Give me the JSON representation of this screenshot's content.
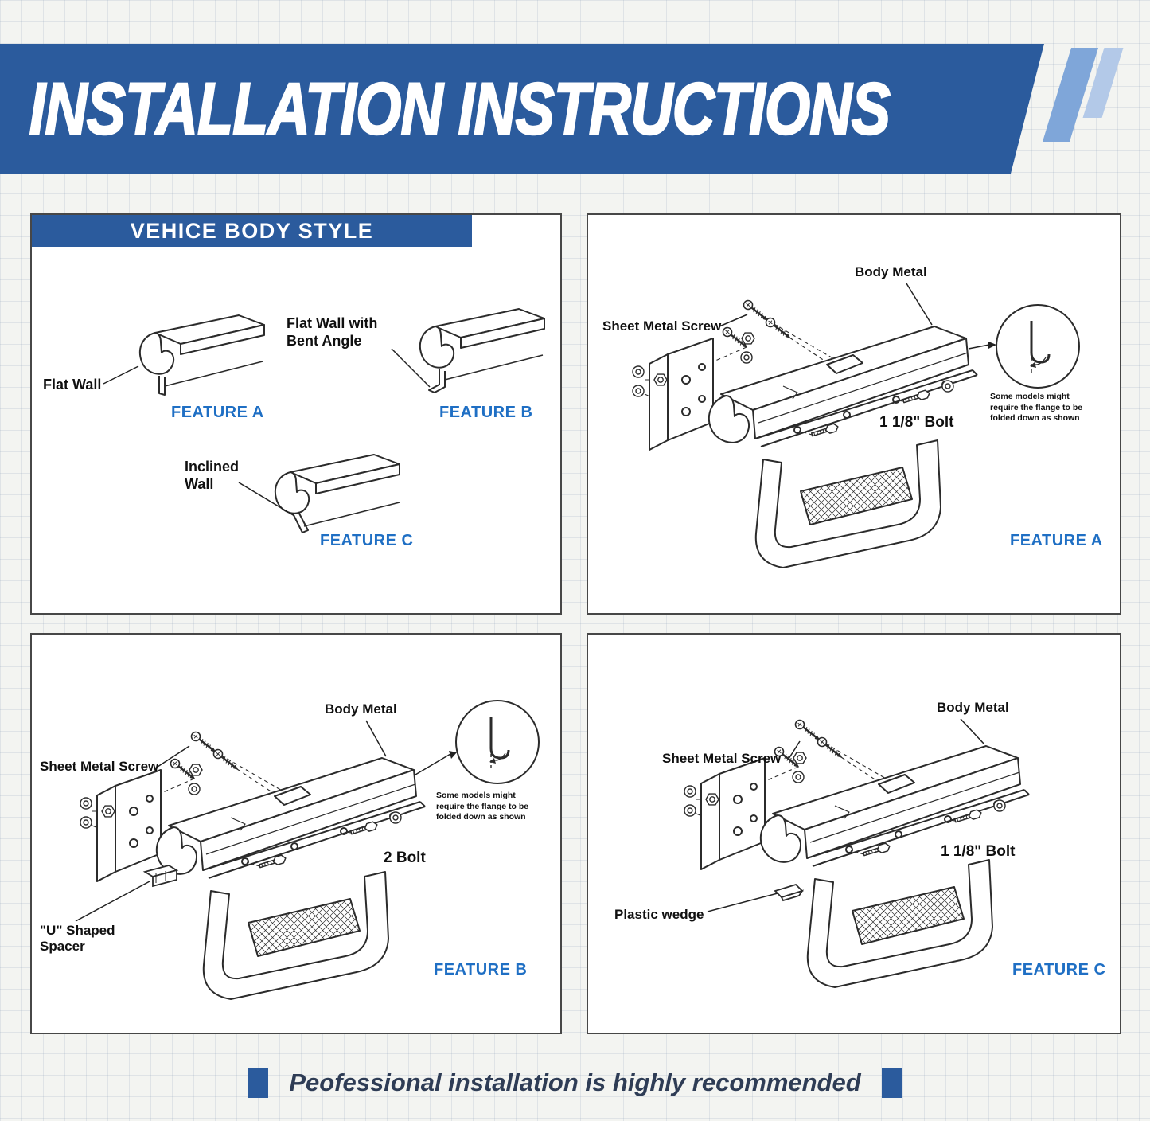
{
  "header": {
    "title": "INSTALLATION INSTRUCTIONS"
  },
  "body_style": {
    "title": "VEHICE BODY STYLE",
    "walls": [
      {
        "label": "Flat Wall",
        "feature": "FEATURE A"
      },
      {
        "label": "Flat Wall with Bent Angle",
        "feature": "FEATURE B"
      },
      {
        "label": "Inclined Wall",
        "feature": "FEATURE C"
      }
    ]
  },
  "feature_a": {
    "body_metal": "Body Metal",
    "screw": "Sheet Metal Screw",
    "bolt": "1 1/8\" Bolt",
    "note": "Some models might require the flange to be folded down as shown",
    "feature": "FEATURE A"
  },
  "feature_b": {
    "body_metal": "Body Metal",
    "screw": "Sheet Metal Screw",
    "bolt": "2 Bolt",
    "spacer": "\"U\" Shaped Spacer",
    "note": "Some models might require the flange to be folded down as shown",
    "feature": "FEATURE B"
  },
  "feature_c": {
    "body_metal": "Body Metal",
    "screw": "Sheet Metal Screw",
    "bolt": "1 1/8\" Bolt",
    "wedge": "Plastic wedge",
    "feature": "FEATURE C"
  },
  "footer": {
    "text": "Peofessional installation is highly recommended"
  },
  "colors": {
    "band_blue": "#2b5b9d",
    "stripe_light_blue": "#7fa6d9",
    "feature_blue": "#1f6fc4",
    "line_dark": "#2b2b2b"
  }
}
